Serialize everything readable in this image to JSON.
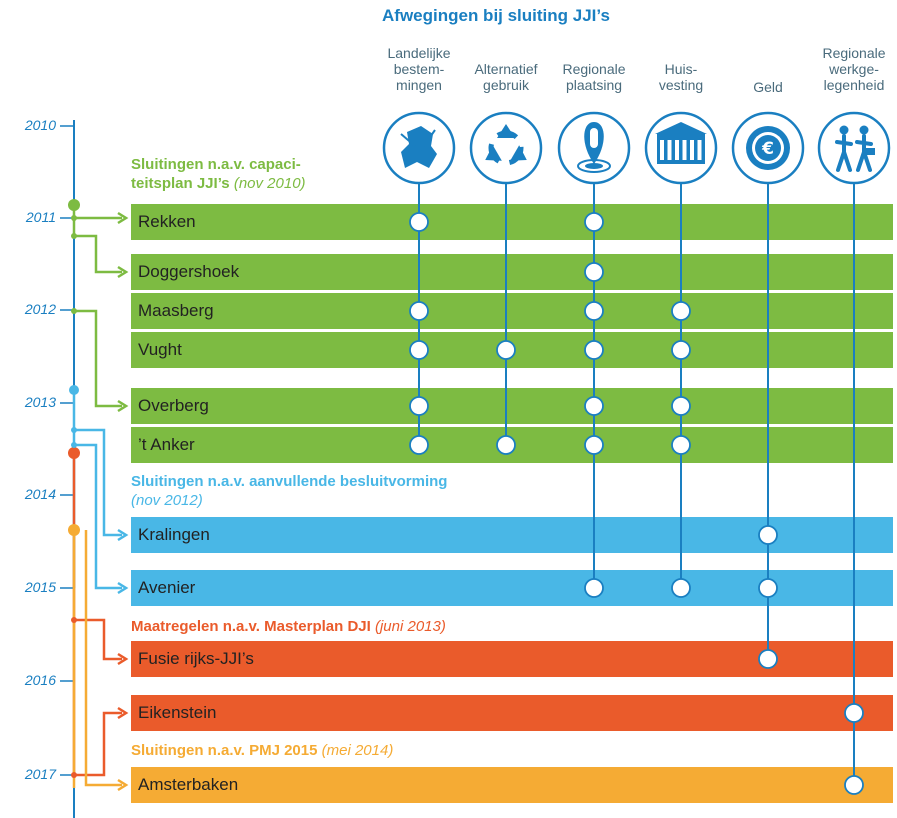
{
  "title": "Afwegingen bij sluiting JJI’s",
  "columns": [
    {
      "label": "Landelijke\nbestem-\nmingen",
      "icon": "netherlands-map-icon"
    },
    {
      "label": "Alternatief\ngebruik",
      "icon": "recycle-icon"
    },
    {
      "label": "Regionale\nplaatsing",
      "icon": "location-pin-icon"
    },
    {
      "label": "Huis-\nvesting",
      "icon": "building-icon"
    },
    {
      "label": "Geld",
      "icon": "euro-coin-icon"
    },
    {
      "label": "Regionale\nwerkge-\nlegenheid",
      "icon": "workers-icon"
    }
  ],
  "years": [
    "2010",
    "2011",
    "2012",
    "2013",
    "2014",
    "2015",
    "2016",
    "2017"
  ],
  "sections": [
    {
      "title_line1": "Sluitingen n.a.v. capaci-",
      "title_line2": "teitsplan JJI’s",
      "date": "(nov 2010)",
      "color": "#7dbb42"
    },
    {
      "title_line1": "Sluitingen n.a.v. aanvullende besluitvorming",
      "title_line2": "",
      "date": "(nov 2012)",
      "color": "#49b7e6"
    },
    {
      "title_line1": "Maatregelen n.a.v. Masterplan DJI",
      "title_line2": "",
      "date": "(juni 2013)",
      "color": "#ea5b2b"
    },
    {
      "title_line1": "Sluitingen n.a.v. PMJ 2015",
      "title_line2": "",
      "date": "(mei 2014)",
      "color": "#f5ab34"
    }
  ],
  "rows": [
    {
      "label": "Rekken",
      "group": 0,
      "considerations": [
        0,
        2
      ]
    },
    {
      "label": "Doggershoek",
      "group": 0,
      "considerations": [
        2
      ]
    },
    {
      "label": "Maasberg",
      "group": 0,
      "considerations": [
        0,
        2,
        3
      ]
    },
    {
      "label": "Vught",
      "group": 0,
      "considerations": [
        0,
        1,
        2,
        3
      ]
    },
    {
      "label": "Overberg",
      "group": 0,
      "considerations": [
        0,
        2,
        3
      ]
    },
    {
      "label": "’t Anker",
      "group": 0,
      "considerations": [
        0,
        1,
        2,
        3
      ]
    },
    {
      "label": "Kralingen",
      "group": 1,
      "considerations": [
        4
      ]
    },
    {
      "label": "Avenier",
      "group": 1,
      "considerations": [
        2,
        3,
        4
      ]
    },
    {
      "label": "Fusie rijks-JJI’s",
      "group": 2,
      "considerations": [
        4
      ]
    },
    {
      "label": "Eikenstein",
      "group": 2,
      "considerations": [
        5
      ]
    },
    {
      "label": "Amsterbaken",
      "group": 3,
      "considerations": [
        5
      ]
    }
  ]
}
